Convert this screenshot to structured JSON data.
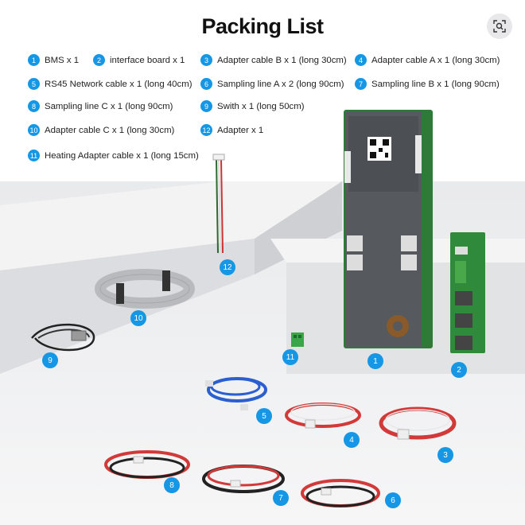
{
  "title": "Packing List",
  "legend": [
    {
      "num": "1",
      "text": "BMS x 1"
    },
    {
      "num": "2",
      "text": "interface board  x 1"
    },
    {
      "num": "3",
      "text": "Adapter cable B x 1 (long 30cm)"
    },
    {
      "num": "4",
      "text": "Adapter cable A x 1 (long 30cm)"
    },
    {
      "num": "5",
      "text": "RS45 Network cable x 1 (long 40cm)"
    },
    {
      "num": "6",
      "text": "Sampling line A x 2 (long 90cm)"
    },
    {
      "num": "7",
      "text": "Sampling line B x 1 (long 90cm)"
    },
    {
      "num": "8",
      "text": "Sampling line C x 1 (long 90cm)"
    },
    {
      "num": "9",
      "text": "Swith x 1 (long 50cm)"
    },
    {
      "num": "10",
      "text": "Adapter cable C x 1 (long 30cm)"
    },
    {
      "num": "12",
      "text": "Adapter x 1"
    },
    {
      "num": "11",
      "text": "Heating Adapter cable x 1 (long 15cm)"
    }
  ],
  "callouts": [
    "12",
    "10",
    "9",
    "11",
    "1",
    "2",
    "5",
    "4",
    "3",
    "8",
    "7",
    "6"
  ],
  "colors": {
    "accent": "#1597e5",
    "board": "#555a5e",
    "pcb": "#2f8a3c",
    "cable_red": "#d23a3a",
    "cable_blue": "#2b5fd0"
  }
}
